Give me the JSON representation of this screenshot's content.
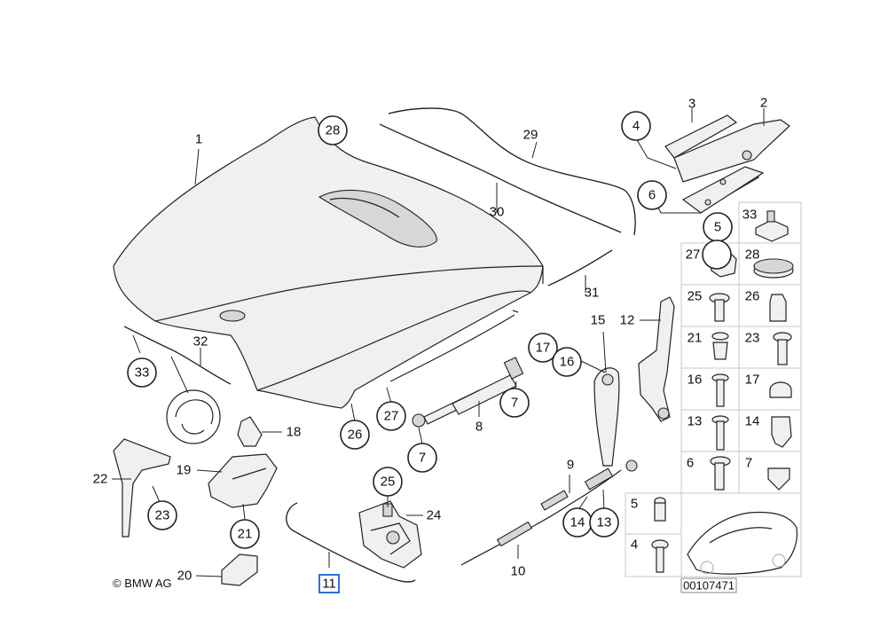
{
  "callouts": {
    "c1": "1",
    "c2": "2",
    "c3": "3",
    "c4": "4",
    "c5": "5",
    "c6": "6",
    "c7a": "7",
    "c7b": "7",
    "c8": "8",
    "c9": "9",
    "c10": "10",
    "c11": "11",
    "c12": "12",
    "c13": "13",
    "c14": "14",
    "c15": "15",
    "c16": "16",
    "c17": "17",
    "c18": "18",
    "c19": "19",
    "c20": "20",
    "c21": "21",
    "c22": "22",
    "c23": "23",
    "c24": "24",
    "c25": "25",
    "c26": "26",
    "c27": "27",
    "c28": "28",
    "c29": "29",
    "c30": "30",
    "c31": "31",
    "c32": "32",
    "c33": "33"
  },
  "grid": {
    "r33": "33",
    "r27": "27",
    "r28": "28",
    "r25": "25",
    "r26": "26",
    "r21": "21",
    "r23": "23",
    "r16": "16",
    "r17": "17",
    "r13": "13",
    "r14": "14",
    "r6": "6",
    "r7": "7",
    "b5": "5",
    "b4": "4"
  },
  "footer": {
    "copyright": "© BMW AG",
    "diagram_number": "00107471"
  }
}
